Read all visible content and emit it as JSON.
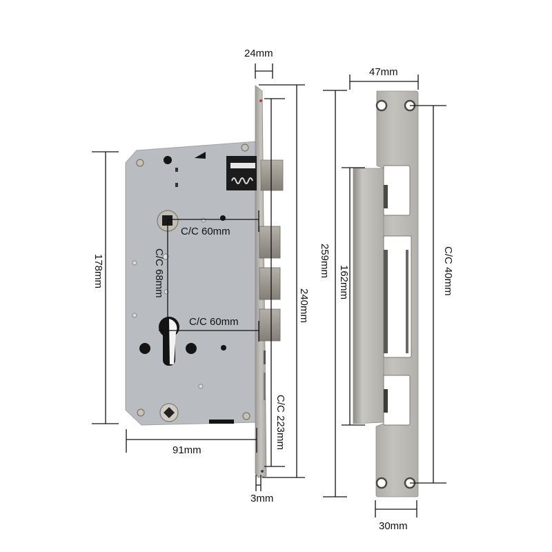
{
  "diagram": {
    "subject": "Mortise lock body with strike plate - dimension drawing",
    "colors": {
      "background": "#ffffff",
      "lock_case": "#b9bcc1",
      "faceplate": "#c9c6c0",
      "steel": "#a9a7a2",
      "strike_plate": "#b8b6b1",
      "dimension_line": "#111111",
      "hole": "#141414"
    },
    "lock_body": {
      "dimensions": {
        "faceplate_depth": "24mm",
        "case_height": "178mm",
        "faceplate_length": "240mm",
        "spindle_to_bolt_cc": "C/C 60mm",
        "spindle_to_cylinder_cc": "C/C 68mm",
        "cylinder_to_bolt_cc": "C/C 60mm",
        "screw_holes_cc": "C/C 223mm",
        "case_width": "91mm",
        "faceplate_thickness": "3mm"
      }
    },
    "strike_plate": {
      "dimensions": {
        "top_width": "47mm",
        "overall_length": "259mm",
        "lip_length": "162mm",
        "screw_holes_cc": "C/C 40mm",
        "bottom_width": "30mm"
      }
    }
  }
}
